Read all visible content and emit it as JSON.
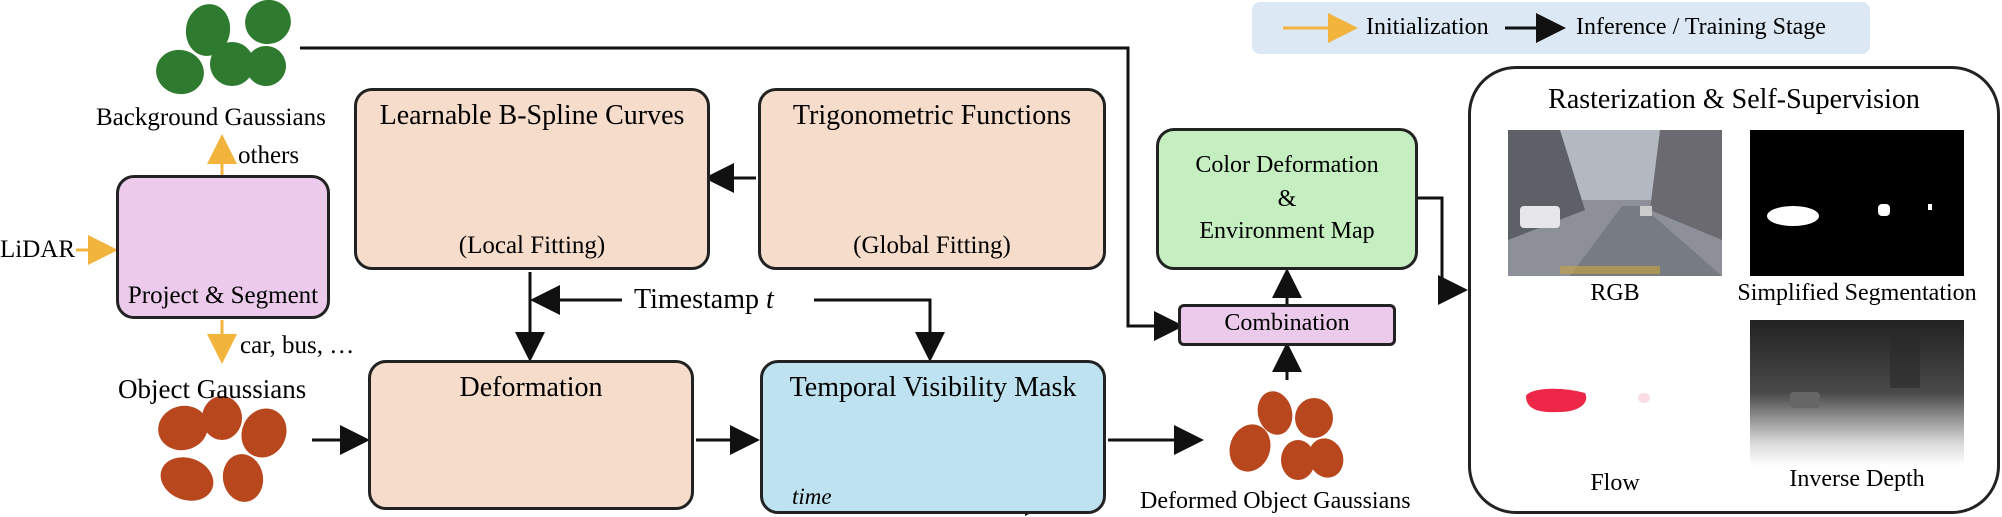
{
  "legend": {
    "initialization": "Initialization",
    "stage": "Inference / Training Stage",
    "colors": {
      "init": "#f2b43c",
      "flow": "#111111",
      "bg": "#dce8f4"
    }
  },
  "inputs": {
    "lidar": "LiDAR",
    "background": "Background Gaussians",
    "others": "others",
    "object": "Object Gaussians",
    "object_classes": "car, bus, …",
    "project_segment": "Project & Segment"
  },
  "bspline": {
    "title": "Learnable B-Spline Curves",
    "caption": "(Local Fitting)"
  },
  "trig": {
    "title": "Trigonometric Functions",
    "caption": "(Global Fitting)"
  },
  "timestamp": {
    "label": "Timestamp",
    "var": "t"
  },
  "deformation": {
    "title": "Deformation"
  },
  "visibility": {
    "title": "Temporal Visibility Mask",
    "time_label": "time"
  },
  "deformed": "Deformed Object Gaussians",
  "combination": "Combination",
  "color_deform": {
    "line1": "Color Deformation",
    "line2": "&",
    "line3": "Environment Map"
  },
  "raster": {
    "title": "Rasterization & Self-Supervision",
    "rgb": "RGB",
    "seg": "Simplified Segmentation",
    "flow": "Flow",
    "depth": "Inverse Depth"
  },
  "colors": {
    "green_gauss": "#2e7a2e",
    "red_gauss": "#b8471e",
    "peach": "#f6dccb",
    "pink": "#eccaec",
    "mint": "#c5efc0",
    "sky": "#bfe2f1",
    "curve_point": "#c0141c"
  }
}
